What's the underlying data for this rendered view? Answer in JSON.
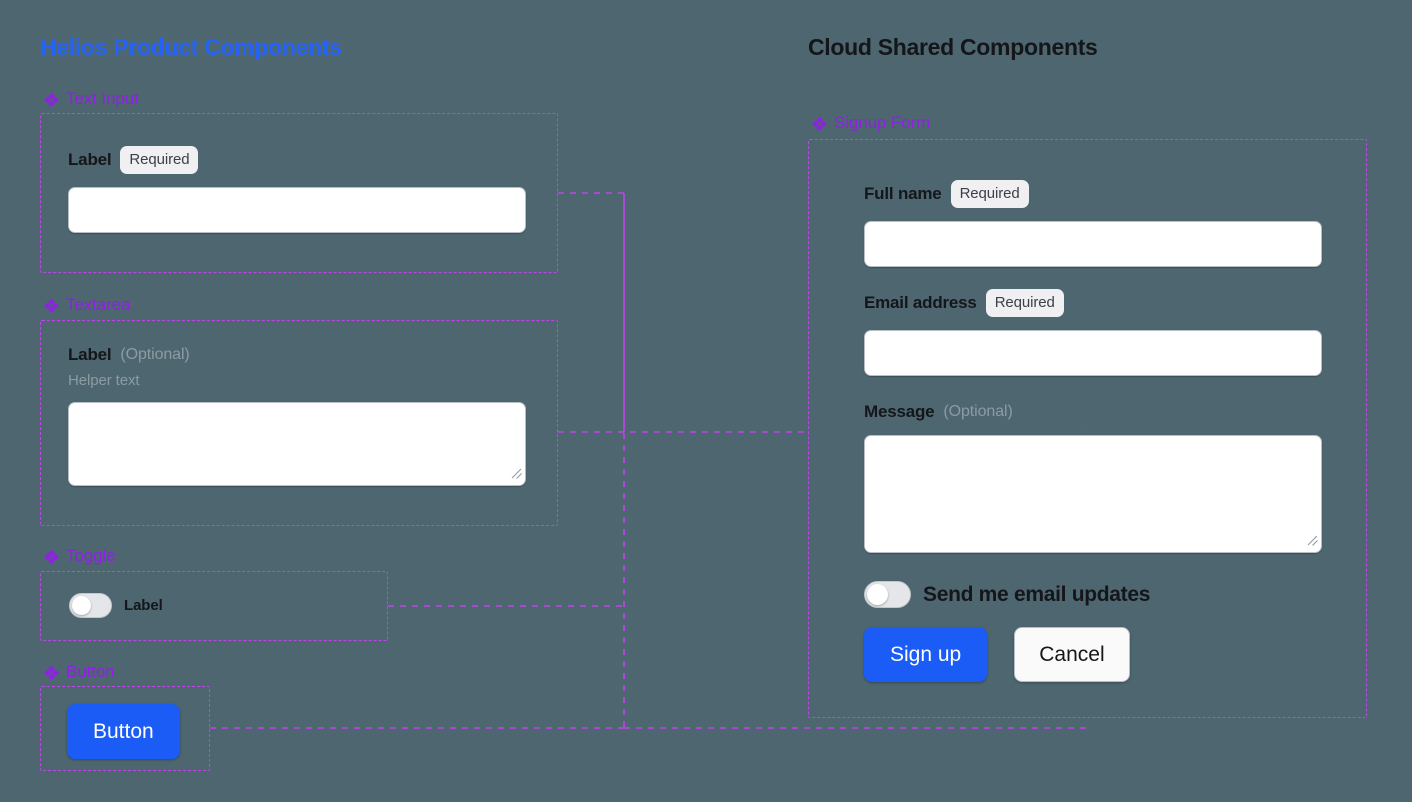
{
  "colors": {
    "background": "#4d6670",
    "left_title": "#2563f5",
    "right_title": "#14161a",
    "section_label": "#9020e8",
    "frame_border": "#c044ec",
    "connector": "#c044ec",
    "primary_button": "#1a5cf5",
    "badge_bg": "#f0f0f3",
    "muted_text": "#8d9ba3"
  },
  "left_panel": {
    "title": "Helios Product Components",
    "sections": [
      {
        "icon": "component-diamond-icon",
        "label": "Text Input",
        "field": {
          "label": "Label",
          "badge": "Required",
          "value": "",
          "placeholder": ""
        }
      },
      {
        "icon": "component-diamond-icon",
        "label": "Textarea",
        "field": {
          "label": "Label",
          "optional_tag": "(Optional)",
          "helper_text": "Helper text",
          "value": "",
          "placeholder": ""
        }
      },
      {
        "icon": "component-diamond-icon",
        "label": "Toggle",
        "field": {
          "label": "Label",
          "state": "off"
        }
      },
      {
        "icon": "component-diamond-icon",
        "label": "Button",
        "field": {
          "label": "Button"
        }
      }
    ]
  },
  "right_panel": {
    "title": "Cloud Shared Components",
    "sections": [
      {
        "icon": "component-diamond-icon",
        "label": "Signup Form"
      }
    ],
    "signup_form": {
      "fields": [
        {
          "label": "Full name",
          "badge": "Required",
          "value": "",
          "placeholder": ""
        },
        {
          "label": "Email address",
          "badge": "Required",
          "value": "",
          "placeholder": ""
        },
        {
          "label": "Message",
          "optional_tag": "(Optional)",
          "value": "",
          "placeholder": ""
        }
      ],
      "toggle": {
        "label": "Send me email updates",
        "state": "off"
      },
      "buttons": {
        "primary": "Sign up",
        "secondary": "Cancel"
      }
    }
  }
}
